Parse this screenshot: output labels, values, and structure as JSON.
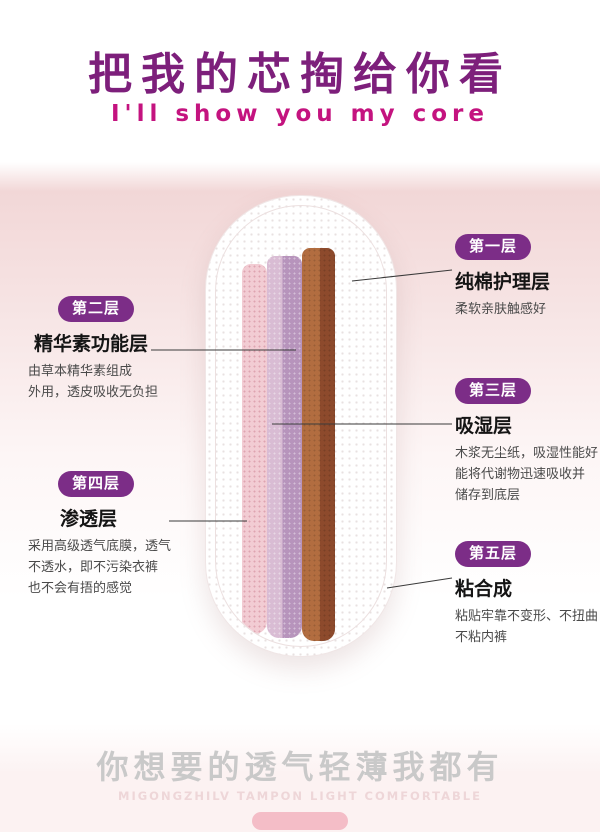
{
  "header": {
    "title": "把我的芯掏给你看",
    "subtitle": "I'll show you my core"
  },
  "callouts": [
    {
      "badge": "第一层",
      "title": "纯棉护理层",
      "desc": "柔软亲肤触感好"
    },
    {
      "badge": "第二层",
      "title": "精华素功能层",
      "desc": "由草本精华素组成\n外用，透皮吸收无负担"
    },
    {
      "badge": "第三层",
      "title": "吸湿层",
      "desc": "木浆无尘纸，吸湿性能好\n能将代谢物迅速吸收并\n储存到底层"
    },
    {
      "badge": "第四层",
      "title": "渗透层",
      "desc": "采用高级透气底膜，透气\n不透水，即不污染衣裤\n也不会有捂的感觉"
    },
    {
      "badge": "第五层",
      "title": "粘合成",
      "desc": "粘贴牢靠不变形、不扭曲\n不粘内裤"
    }
  ],
  "footer": {
    "headline": "你想要的透气轻薄我都有",
    "subline": "MIGONGZHILV TAMPON LIGHT COMFORTABLE"
  },
  "colors": {
    "title-color": "#7d1f7b",
    "subtitle-color": "#c4137f",
    "badge-color": "#7c2d87"
  }
}
